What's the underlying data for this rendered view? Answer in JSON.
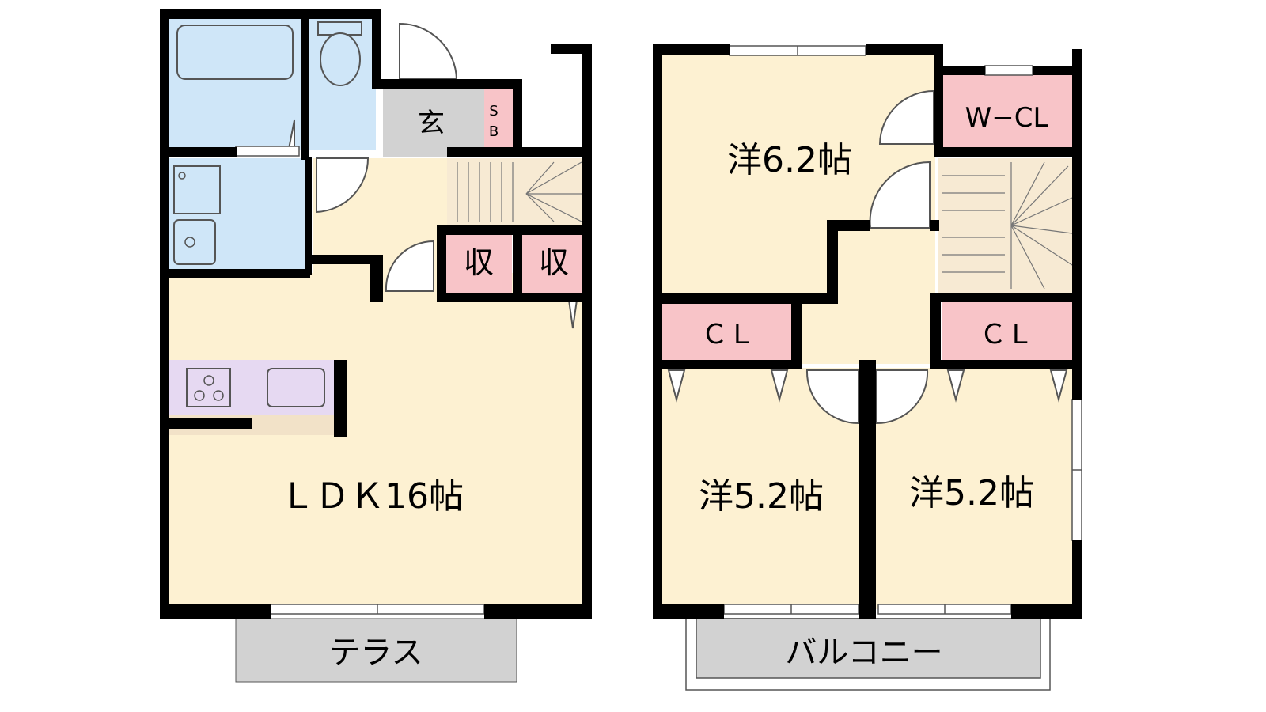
{
  "colors": {
    "wall": "#000000",
    "living": "#fdf1d2",
    "wet": "#cfe6f8",
    "storage": "#f8c4c8",
    "kitchen": "#e6d9f2",
    "entrance": "#d2d2d2",
    "outdoor": "#d2d2d2",
    "stairs": "#f7ead3"
  },
  "floor1": {
    "ldk": "ＬＤＫ16帖",
    "entrance": "玄",
    "shoebox": [
      "S",
      "B"
    ],
    "storage_a": "収",
    "storage_b": "収",
    "terrace": "テラス"
  },
  "floor2": {
    "bed_north": "洋6.2帖",
    "bed_sw": "洋5.2帖",
    "bed_se": "洋5.2帖",
    "walk_in_closet": "W−CL",
    "closet_west": "ＣＬ",
    "closet_east": "ＣＬ",
    "balcony": "バルコニー"
  }
}
